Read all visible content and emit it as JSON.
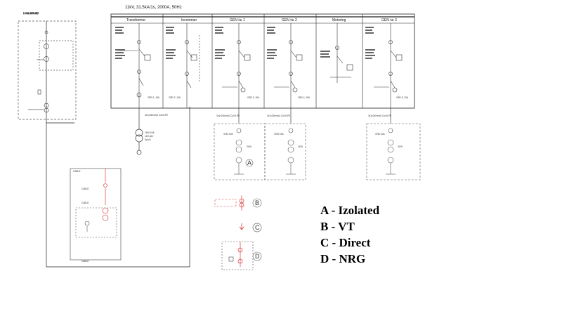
{
  "top_left_label": "1 Cab  20/0.4kV",
  "busbar_label": "11kV, 31.5kA/1s, 2000A, 50Hz",
  "panels": [
    {
      "title": "Transformer",
      "breaker": "CBR-1, 15A",
      "cable": "3x1x240mm2 Cu/XLPE"
    },
    {
      "title": "Incommer",
      "breaker": "CBR-2, 15A",
      "cable": ""
    },
    {
      "title": "GEN № 1",
      "breaker": "CBR-3, 15A",
      "cable": "3x1x240mm2 Cu/XLPE"
    },
    {
      "title": "GEN № 2",
      "breaker": "CBR-4, 15A",
      "cable": "3x1x240mm2 Cu/XLPE"
    },
    {
      "title": "Metering",
      "breaker": "",
      "cable": ""
    },
    {
      "title": "GEN № 3",
      "breaker": "CBR-5, 15A",
      "cable": "3x1x240mm2 Cu/XLPE"
    }
  ],
  "transformer": {
    "rating": "1600 kVA",
    "ratio": "11/0.4kV",
    "vector": "Dyn11"
  },
  "generators": [
    {
      "rating": "3750 kVA",
      "label": "GEN",
      "note": "ГЕН"
    },
    {
      "rating": "3750 kVA",
      "label": "GEN",
      "note": "ГЕН"
    },
    {
      "rating": "3750 kVA",
      "label": "GEN",
      "note": "ГЕН"
    }
  ],
  "markers": [
    "A",
    "B",
    "C",
    "D"
  ],
  "cable_labels": [
    "CABLE",
    "CABLE",
    "CABLE",
    "CABLE"
  ],
  "legend": [
    {
      "key": "A",
      "text": "A - Izolated"
    },
    {
      "key": "B",
      "text": "B - VT"
    },
    {
      "key": "C",
      "text": "C - Direct"
    },
    {
      "key": "D",
      "text": "D - NRG"
    }
  ]
}
